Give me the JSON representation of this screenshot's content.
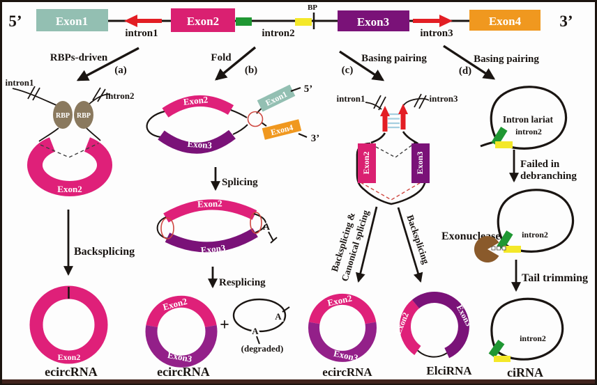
{
  "colors": {
    "exon1_teal": "#93bfb2",
    "exon2_pink": "#da2071",
    "exon3_purple": "#7a1278",
    "exon4_orange": "#f0981f",
    "intron_green": "#1f9733",
    "bp_yellow": "#f4e829",
    "rbp_brown": "#8a795e",
    "arrow_red": "#e31e24",
    "pairing_blue": "#a5cfe0",
    "ring_pink": "#df2079",
    "ring_purple": "#932089",
    "exonuclease_brown": "#8a5a2b",
    "line_black": "#1a1512"
  },
  "gene_track": {
    "five_prime": "5’",
    "three_prime": "3’",
    "exon1": "Exon1",
    "intron1": "intron1",
    "exon2": "Exon2",
    "intron2": "intron2",
    "bp": "BP",
    "exon3": "Exon3",
    "intron3": "intron3",
    "exon4": "Exon4"
  },
  "pathway_a": {
    "label": "RBPs-driven",
    "tag": "(a)",
    "intron1": "intron1",
    "intron2": "intron2",
    "rbp1": "RBP",
    "rbp2": "RBP",
    "arc_exon": "Exon2",
    "step": "Backsplicing",
    "ring_exon": "Exon2",
    "product": "ecircRNA"
  },
  "pathway_b": {
    "label": "Fold",
    "tag": "(b)",
    "exon2": "Exon2",
    "exon3": "Exon3",
    "exon1": "Exon1",
    "exon4": "Exon4",
    "five_prime": "5’",
    "three_prime": "3’",
    "step1": "Splicing",
    "lens_exon2": "Exon2",
    "lens_exon3": "Exon3",
    "poly_a": "A",
    "step2": "Resplicing",
    "ring_exon2": "Exon2",
    "ring_exon3": "Exon3",
    "product": "ecircRNA",
    "plus": "+",
    "deg_a1": "A",
    "deg_a2": "A",
    "degraded": "(degraded)"
  },
  "pathway_c": {
    "label": "Basing pairing",
    "tag": "(c)",
    "intron1": "intron1",
    "intron3": "intron3",
    "exon2": "Exon2",
    "exon3": "Exon3",
    "branch_left_line1": "Backsplicing &",
    "branch_left_line2": "Canonical splicing",
    "branch_right": "Backsplicing",
    "ring_exon2": "Exon2",
    "ring_exon3": "Exon3",
    "product_left": "ecircRNA",
    "elci_exon2": "Exon2",
    "elci_exon3": "Exon3",
    "product_right": "ElciRNA"
  },
  "pathway_d": {
    "label": "Basing pairing",
    "tag": "(d)",
    "lariat_title": "Intron lariat",
    "lariat_intron": "intron2",
    "step1_line1": "Failed in",
    "step1_line2": "debranching",
    "exonuclease": "Exonuclease",
    "loop_intron": "intron2",
    "step2": "Tail trimming",
    "product_intron": "intron2",
    "product": "ciRNA"
  }
}
